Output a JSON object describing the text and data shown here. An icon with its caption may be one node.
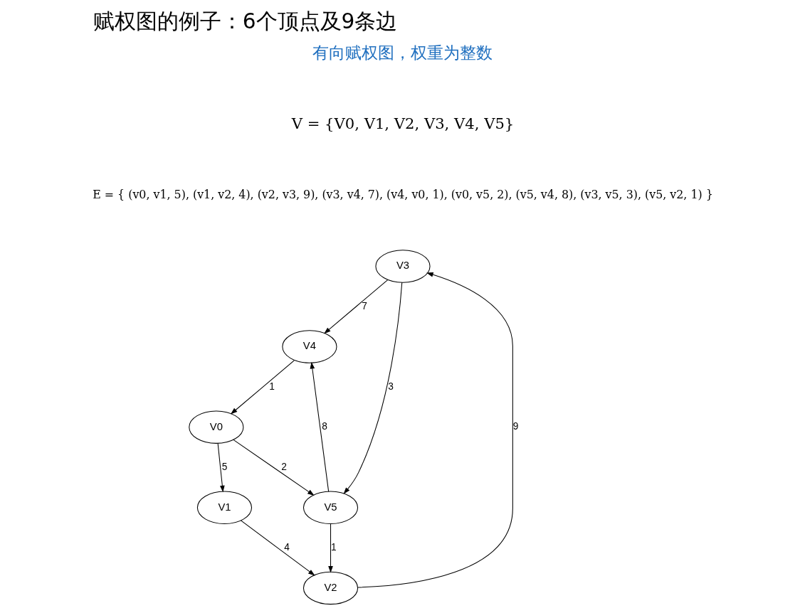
{
  "diagram": {
    "title": "赋权图的例子：6个顶点及9条边",
    "nodes": [
      {
        "text": [
          "V3"
        ]
      },
      {
        "text": [
          "V2"
        ]
      },
      {
        "text": [
          "V4"
        ]
      },
      {
        "text": [
          "V5"
        ]
      },
      {
        "text": [
          "V0"
        ]
      },
      {
        "text": [
          "V1"
        ]
      }
    ],
    "edges": [
      {
        "from": 4,
        "to": 5,
        "arrow": "to",
        "label": "5"
      },
      {
        "from": 5,
        "to": 1,
        "arrow": "to",
        "label": "4"
      },
      {
        "from": 1,
        "to": 0,
        "arrow": "to",
        "label": "9"
      },
      {
        "from": 0,
        "to": 2,
        "arrow": "to",
        "label": "7"
      },
      {
        "from": 2,
        "to": 4,
        "arrow": "to",
        "label": "1"
      },
      {
        "from": 4,
        "to": 3,
        "arrow": "to",
        "label": "2"
      },
      {
        "from": 3,
        "to": 2,
        "arrow": "to",
        "label": "8"
      },
      {
        "from": 0,
        "to": 3,
        "arrow": "to",
        "label": "3"
      },
      {
        "from": 3,
        "to": 1,
        "arrow": "to",
        "label": "1"
      }
    ],
    "labels": [
      "有向赋权图，权重为整数",
      "V = {V0, V1, V2, V3, V4, V5}",
      "E = { (v0, v1, 5), (v1, v2, 4), (v2, v3, 9), (v3, v4, 7), (v4, v0, 1), (v0, v5, 2), (v5, v4, 8), (v3, v5, 3), (v5, v2, 1) }"
    ]
  }
}
